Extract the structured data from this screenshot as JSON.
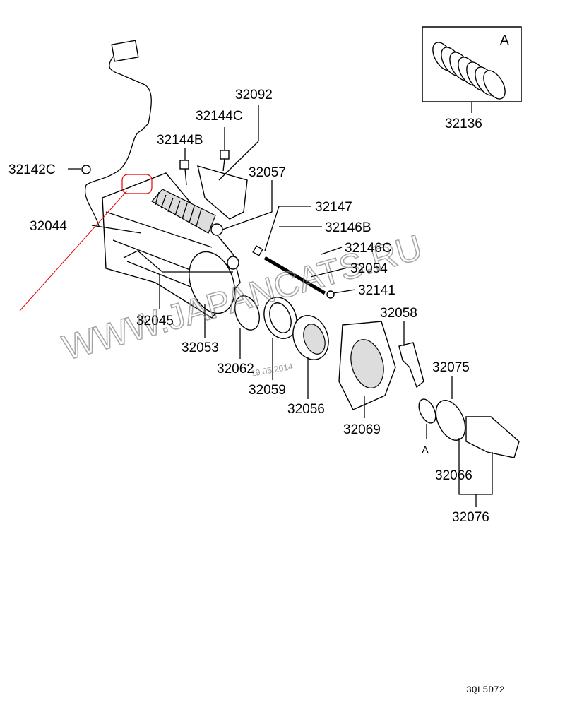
{
  "diagram": {
    "labels": [
      "32092",
      "32144C",
      "32144B",
      "32142C",
      "32057",
      "32044",
      "32147",
      "32146B",
      "32146C",
      "32054",
      "32141",
      "32045",
      "32058",
      "32053",
      "32062",
      "32075",
      "32059",
      "32056",
      "32069",
      "32066",
      "32076",
      "32136"
    ],
    "detail_marker": "A",
    "detail_box_label": "A",
    "diagram_code": "3QL5D72",
    "watermark": "WWW.JAPANCATS.RU",
    "date_stamp": "19.05.2014",
    "colors": {
      "annotation": "#e8000a",
      "watermark": "#888888"
    }
  }
}
